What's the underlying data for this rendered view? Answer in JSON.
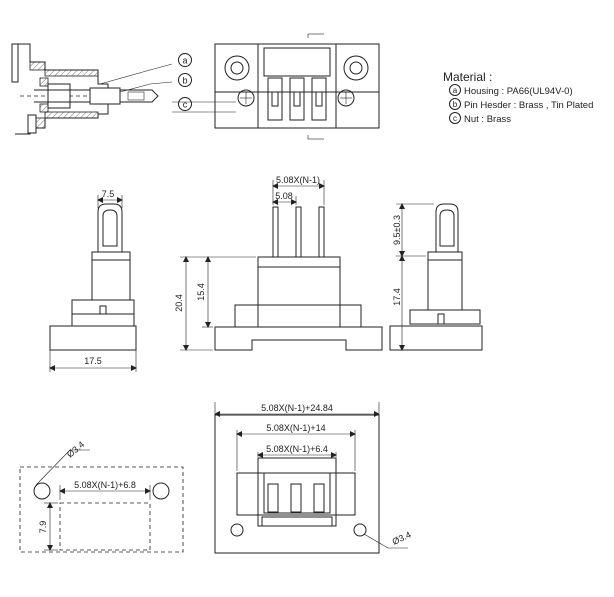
{
  "material": {
    "heading": "Material :",
    "items": [
      {
        "key": "a",
        "text": "Housing : PA66(UL94V-0)"
      },
      {
        "key": "b",
        "text": "Pin Hesder : Brass , Tin Plated"
      },
      {
        "key": "c",
        "text": "Nut : Brass"
      }
    ]
  },
  "callouts": [
    "a",
    "b",
    "c"
  ],
  "dimensions": {
    "side_top_width": "7.5",
    "side_base_width": "17.5",
    "front_pitch_total": "5.08X(N-1)",
    "front_pitch": "5.08",
    "front_height_total": "20.4",
    "front_height_body": "15.4",
    "right_pin_length": "9.5±0.3",
    "right_body_height": "17.4",
    "cutout_width": "5.08X(N-1)+6.8",
    "cutout_height": "7.9",
    "cutout_hole": "Ø3.4",
    "bottom_overall": "5.08X(N-1)+24.84",
    "bottom_flange": "5.08X(N-1)+14",
    "bottom_body": "5.08X(N-1)+6.4",
    "bottom_hole": "Ø3.4"
  }
}
